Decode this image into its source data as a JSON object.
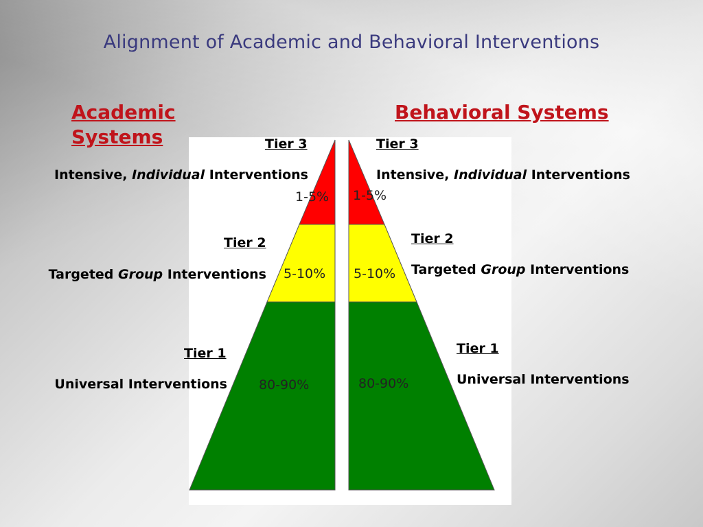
{
  "title": "Alignment of Academic and Behavioral Interventions",
  "academic": {
    "heading": "Academic Systems",
    "tier3": {
      "label": "Tier 3",
      "desc_pre": "Intensive, ",
      "desc_em": "Individual",
      "desc_post": " Interventions",
      "pct": "1-5%"
    },
    "tier2": {
      "label": "Tier 2",
      "desc_pre": "Targeted ",
      "desc_em": "Group",
      "desc_post": " Interventions",
      "pct": "5-10%"
    },
    "tier1": {
      "label": "Tier 1",
      "desc": "Universal Interventions",
      "pct": "80-90%"
    }
  },
  "behavioral": {
    "heading": "Behavioral Systems",
    "tier3": {
      "label": "Tier 3",
      "desc_pre": "Intensive, ",
      "desc_em": "Individual",
      "desc_post": " Interventions",
      "pct": "1-5%"
    },
    "tier2": {
      "label": "Tier 2",
      "desc_pre": "Targeted ",
      "desc_em": "Group",
      "desc_post": " Interventions",
      "pct": "5-10%"
    },
    "tier1": {
      "label": "Tier 1",
      "desc": "Universal Interventions",
      "pct": "80-90%"
    }
  },
  "colors": {
    "tier3": "#ff0000",
    "tier2": "#ffff00",
    "tier1": "#008000",
    "heading": "#c0141b",
    "title": "#3a3a7e"
  }
}
